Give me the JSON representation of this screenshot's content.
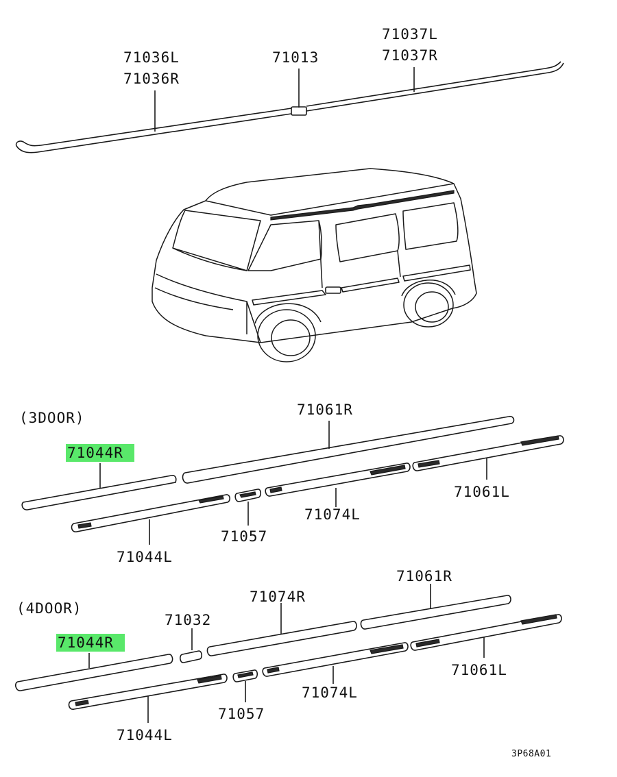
{
  "colors": {
    "highlight": "#59e86a",
    "ink": "#1a1a1a"
  },
  "roof": {
    "label_left_1": "71036L",
    "label_left_2": "71036R",
    "label_mid": "71013",
    "label_right_1": "71037L",
    "label_right_2": "71037R"
  },
  "section_3door": {
    "title": "(3DOOR)",
    "p71044r": "71044R",
    "p71061r": "71061R",
    "p71061l": "71061L",
    "p71074l": "71074L",
    "p71057": "71057",
    "p71044l": "71044L"
  },
  "section_4door": {
    "title": "(4DOOR)",
    "p71044r": "71044R",
    "p71032": "71032",
    "p71074r": "71074R",
    "p71061r": "71061R",
    "p71061l": "71061L",
    "p71074l": "71074L",
    "p71057": "71057",
    "p71044l": "71044L"
  },
  "figure_ref": "3P68A01"
}
